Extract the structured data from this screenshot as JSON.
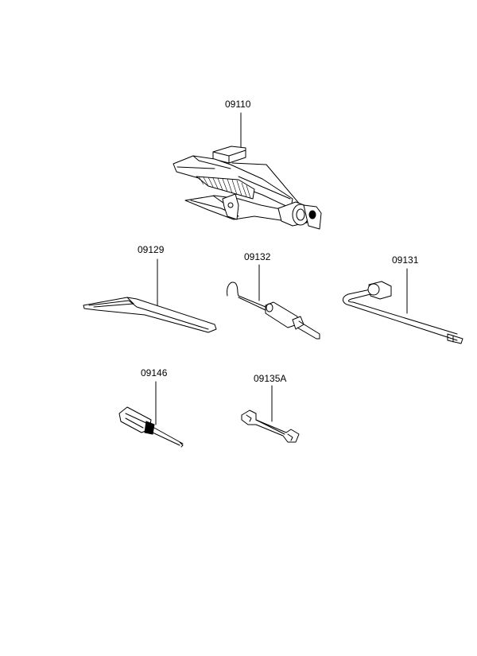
{
  "parts": [
    {
      "id": "jack",
      "label": "09110"
    },
    {
      "id": "handle-bar",
      "label": "09129"
    },
    {
      "id": "hook-rod",
      "label": "09132"
    },
    {
      "id": "wheel-wrench",
      "label": "09131"
    },
    {
      "id": "screwdriver",
      "label": "09146"
    },
    {
      "id": "spanner",
      "label": "09135A"
    }
  ]
}
